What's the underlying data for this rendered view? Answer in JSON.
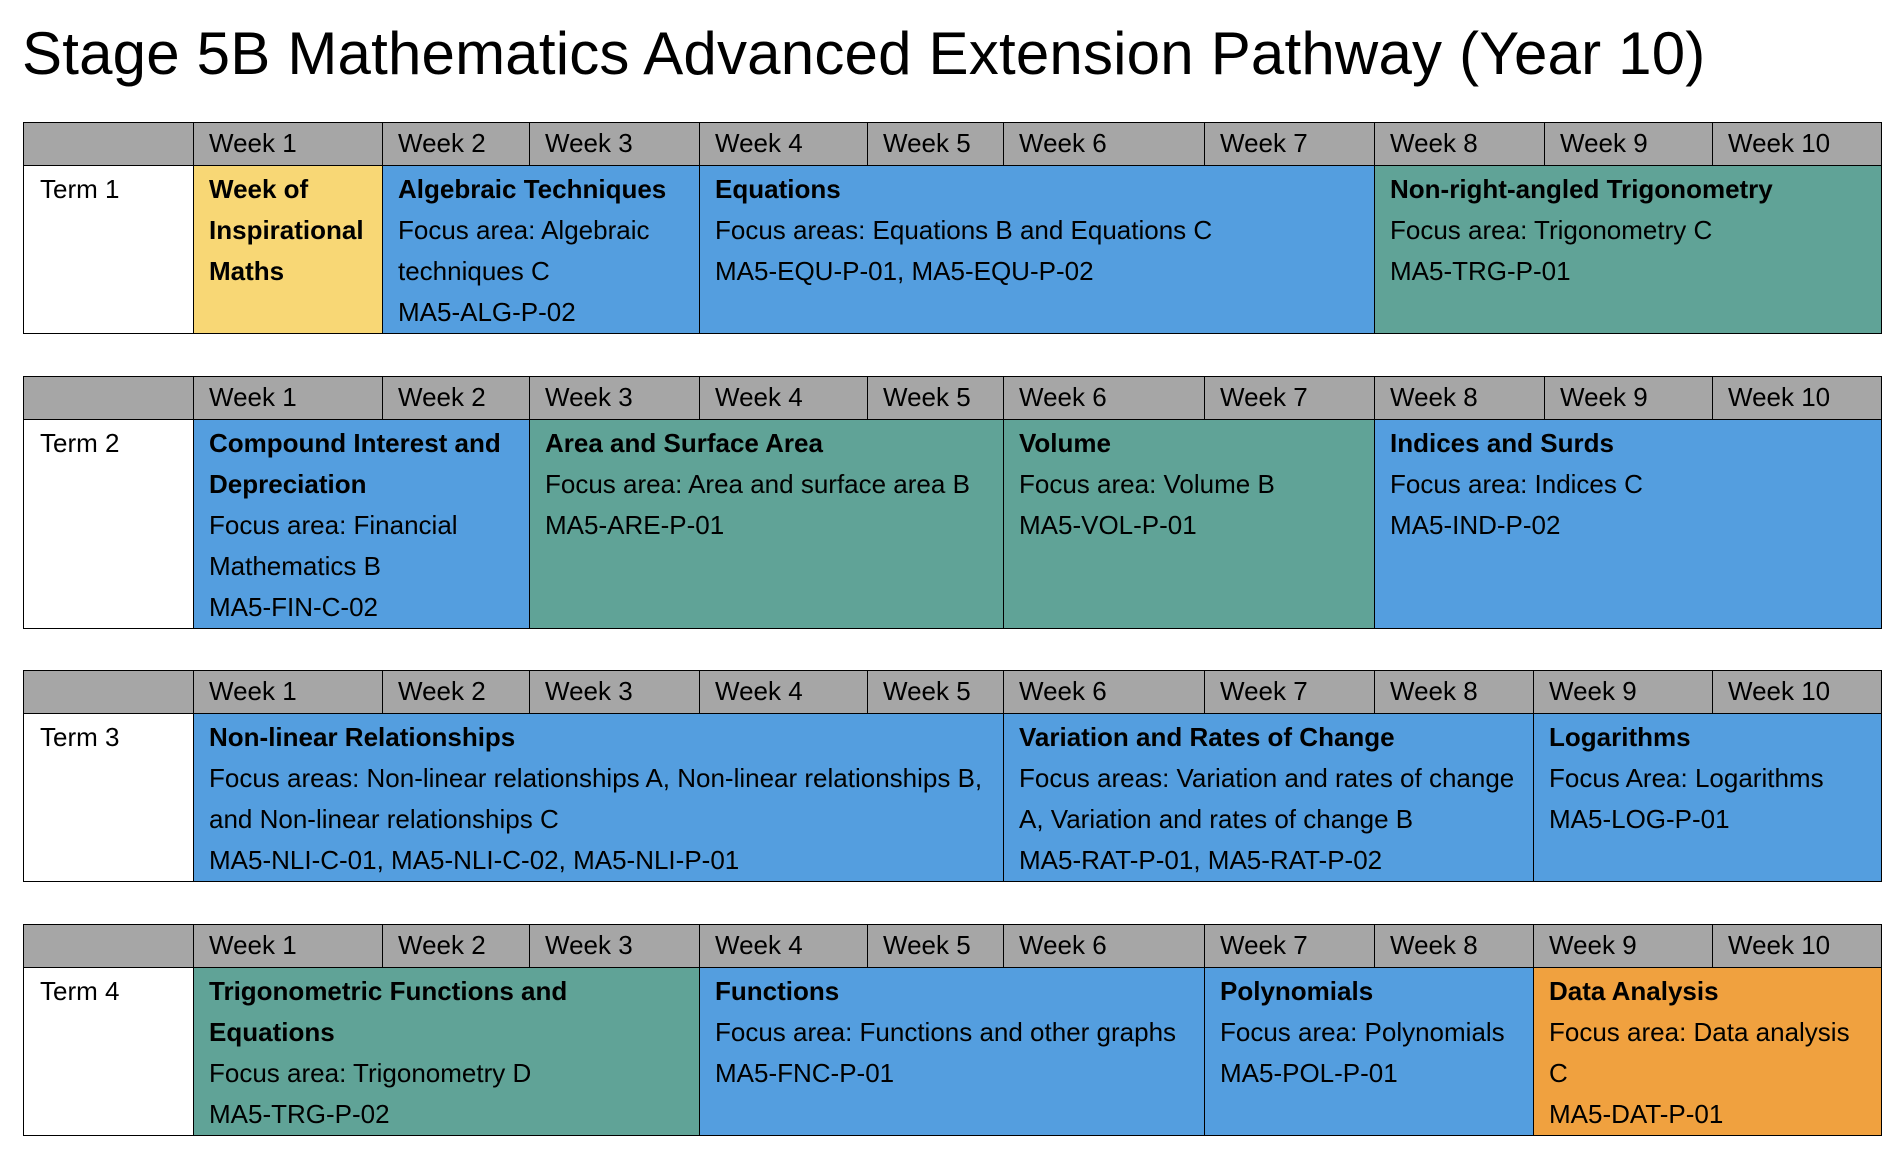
{
  "title": "Stage 5B Mathematics Advanced Extension Pathway (Year 10)",
  "colors": {
    "header_grey": "#a6a6a6",
    "yellow": "#f8d775",
    "blue": "#549edf",
    "green": "#60a397",
    "orange": "#f0a13f"
  },
  "terms": [
    {
      "label": "Term 1",
      "weeks": [
        "Week 1",
        "Week 2",
        "Week 3",
        "Week 4",
        "Week 5",
        "Week 6",
        "Week 7",
        "Week 8",
        "Week 9",
        "Week 10"
      ],
      "topics": [
        {
          "weeks": "1",
          "color": "yellow",
          "title": "Week of Inspirational Maths",
          "lines": []
        },
        {
          "weeks": "2-3",
          "color": "blue",
          "title": "Algebraic Techniques",
          "lines": [
            "Focus area: Algebraic techniques C",
            "MA5-ALG-P-02"
          ]
        },
        {
          "weeks": "4-7",
          "color": "blue",
          "title": "Equations",
          "lines": [
            "Focus areas: Equations B and Equations C",
            "MA5-EQU-P-01, MA5-EQU-P-02"
          ]
        },
        {
          "weeks": "8-10",
          "color": "green",
          "title": "Non-right-angled Trigonometry",
          "lines": [
            "Focus area: Trigonometry C",
            "MA5-TRG-P-01"
          ]
        }
      ]
    },
    {
      "label": "Term 2",
      "weeks": [
        "Week 1",
        "Week 2",
        "Week 3",
        "Week 4",
        "Week 5",
        "Week 6",
        "Week 7",
        "Week 8",
        "Week 9",
        "Week 10"
      ],
      "topics": [
        {
          "weeks": "1-2",
          "color": "blue",
          "title": "Compound Interest and Depreciation",
          "lines": [
            "Focus area: Financial Mathematics B",
            "MA5-FIN-C-02"
          ]
        },
        {
          "weeks": "3-5",
          "color": "green",
          "title": "Area and Surface Area",
          "lines": [
            "Focus area: Area and surface area B",
            "MA5-ARE-P-01"
          ]
        },
        {
          "weeks": "6-7",
          "color": "green",
          "title": "Volume",
          "lines": [
            "Focus area: Volume B",
            "MA5-VOL-P-01"
          ]
        },
        {
          "weeks": "8-10",
          "color": "blue",
          "title": "Indices and Surds",
          "lines": [
            "Focus area: Indices C",
            "MA5-IND-P-02"
          ]
        }
      ]
    },
    {
      "label": "Term 3",
      "weeks": [
        "Week 1",
        "Week 2",
        "Week 3",
        "Week 4",
        "Week 5",
        "Week 6",
        "Week 7",
        "Week 8",
        "Week 9",
        "Week 10"
      ],
      "topics": [
        {
          "weeks": "1-5",
          "color": "blue",
          "title": "Non-linear Relationships",
          "lines": [
            "Focus areas: Non-linear relationships A, Non-linear relationships B, and Non-linear relationships C",
            "MA5-NLI-C-01, MA5-NLI-C-02, MA5-NLI-P-01"
          ]
        },
        {
          "weeks": "6-8",
          "color": "blue",
          "title": "Variation and Rates of Change",
          "lines": [
            "Focus areas: Variation and rates of change A, Variation and rates of change B",
            "MA5-RAT-P-01, MA5-RAT-P-02"
          ]
        },
        {
          "weeks": "9-10",
          "color": "blue",
          "title": "Logarithms",
          "lines": [
            "Focus Area: Logarithms",
            "MA5-LOG-P-01"
          ]
        }
      ]
    },
    {
      "label": "Term 4",
      "weeks": [
        "Week 1",
        "Week 2",
        "Week 3",
        "Week 4",
        "Week 5",
        "Week 6",
        "Week 7",
        "Week 8",
        "Week 9",
        "Week 10"
      ],
      "topics": [
        {
          "weeks": "1-3",
          "color": "green",
          "title": "Trigonometric Functions and Equations",
          "lines": [
            "Focus area: Trigonometry D",
            "MA5-TRG-P-02"
          ]
        },
        {
          "weeks": "4-6",
          "color": "blue",
          "title": "Functions",
          "lines": [
            "Focus area: Functions and other graphs",
            "MA5-FNC-P-01"
          ]
        },
        {
          "weeks": "7-8",
          "color": "blue",
          "title": "Polynomials",
          "lines": [
            "Focus area: Polynomials",
            "MA5-POL-P-01"
          ]
        },
        {
          "weeks": "9-10",
          "color": "orange",
          "title": "Data Analysis",
          "lines": [
            "Focus area: Data analysis C",
            "MA5-DAT-P-01"
          ]
        }
      ]
    }
  ]
}
